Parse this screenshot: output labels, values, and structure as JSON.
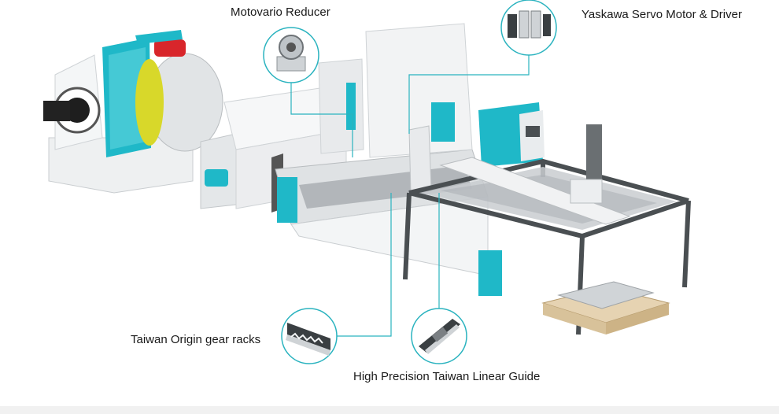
{
  "callouts": {
    "reducer": "Motovario Reducer",
    "servo": "Yaskawa Servo Motor & Driver",
    "gear_racks": "Taiwan Origin gear racks",
    "linear_guide": "High Precision Taiwan Linear Guide"
  },
  "colors": {
    "teal": "#1fb8c8",
    "machine_white": "#f3f5f6",
    "machine_gray": "#d9dcde",
    "frame_dark": "#4a4f52",
    "leader_line": "#2ab3bf",
    "red": "#d8262b",
    "yellow": "#d8d82a",
    "pallet": "#e6d3b2"
  },
  "icons": [
    "reducer-icon",
    "servo-motor-icon",
    "gear-rack-icon",
    "linear-guide-icon"
  ]
}
